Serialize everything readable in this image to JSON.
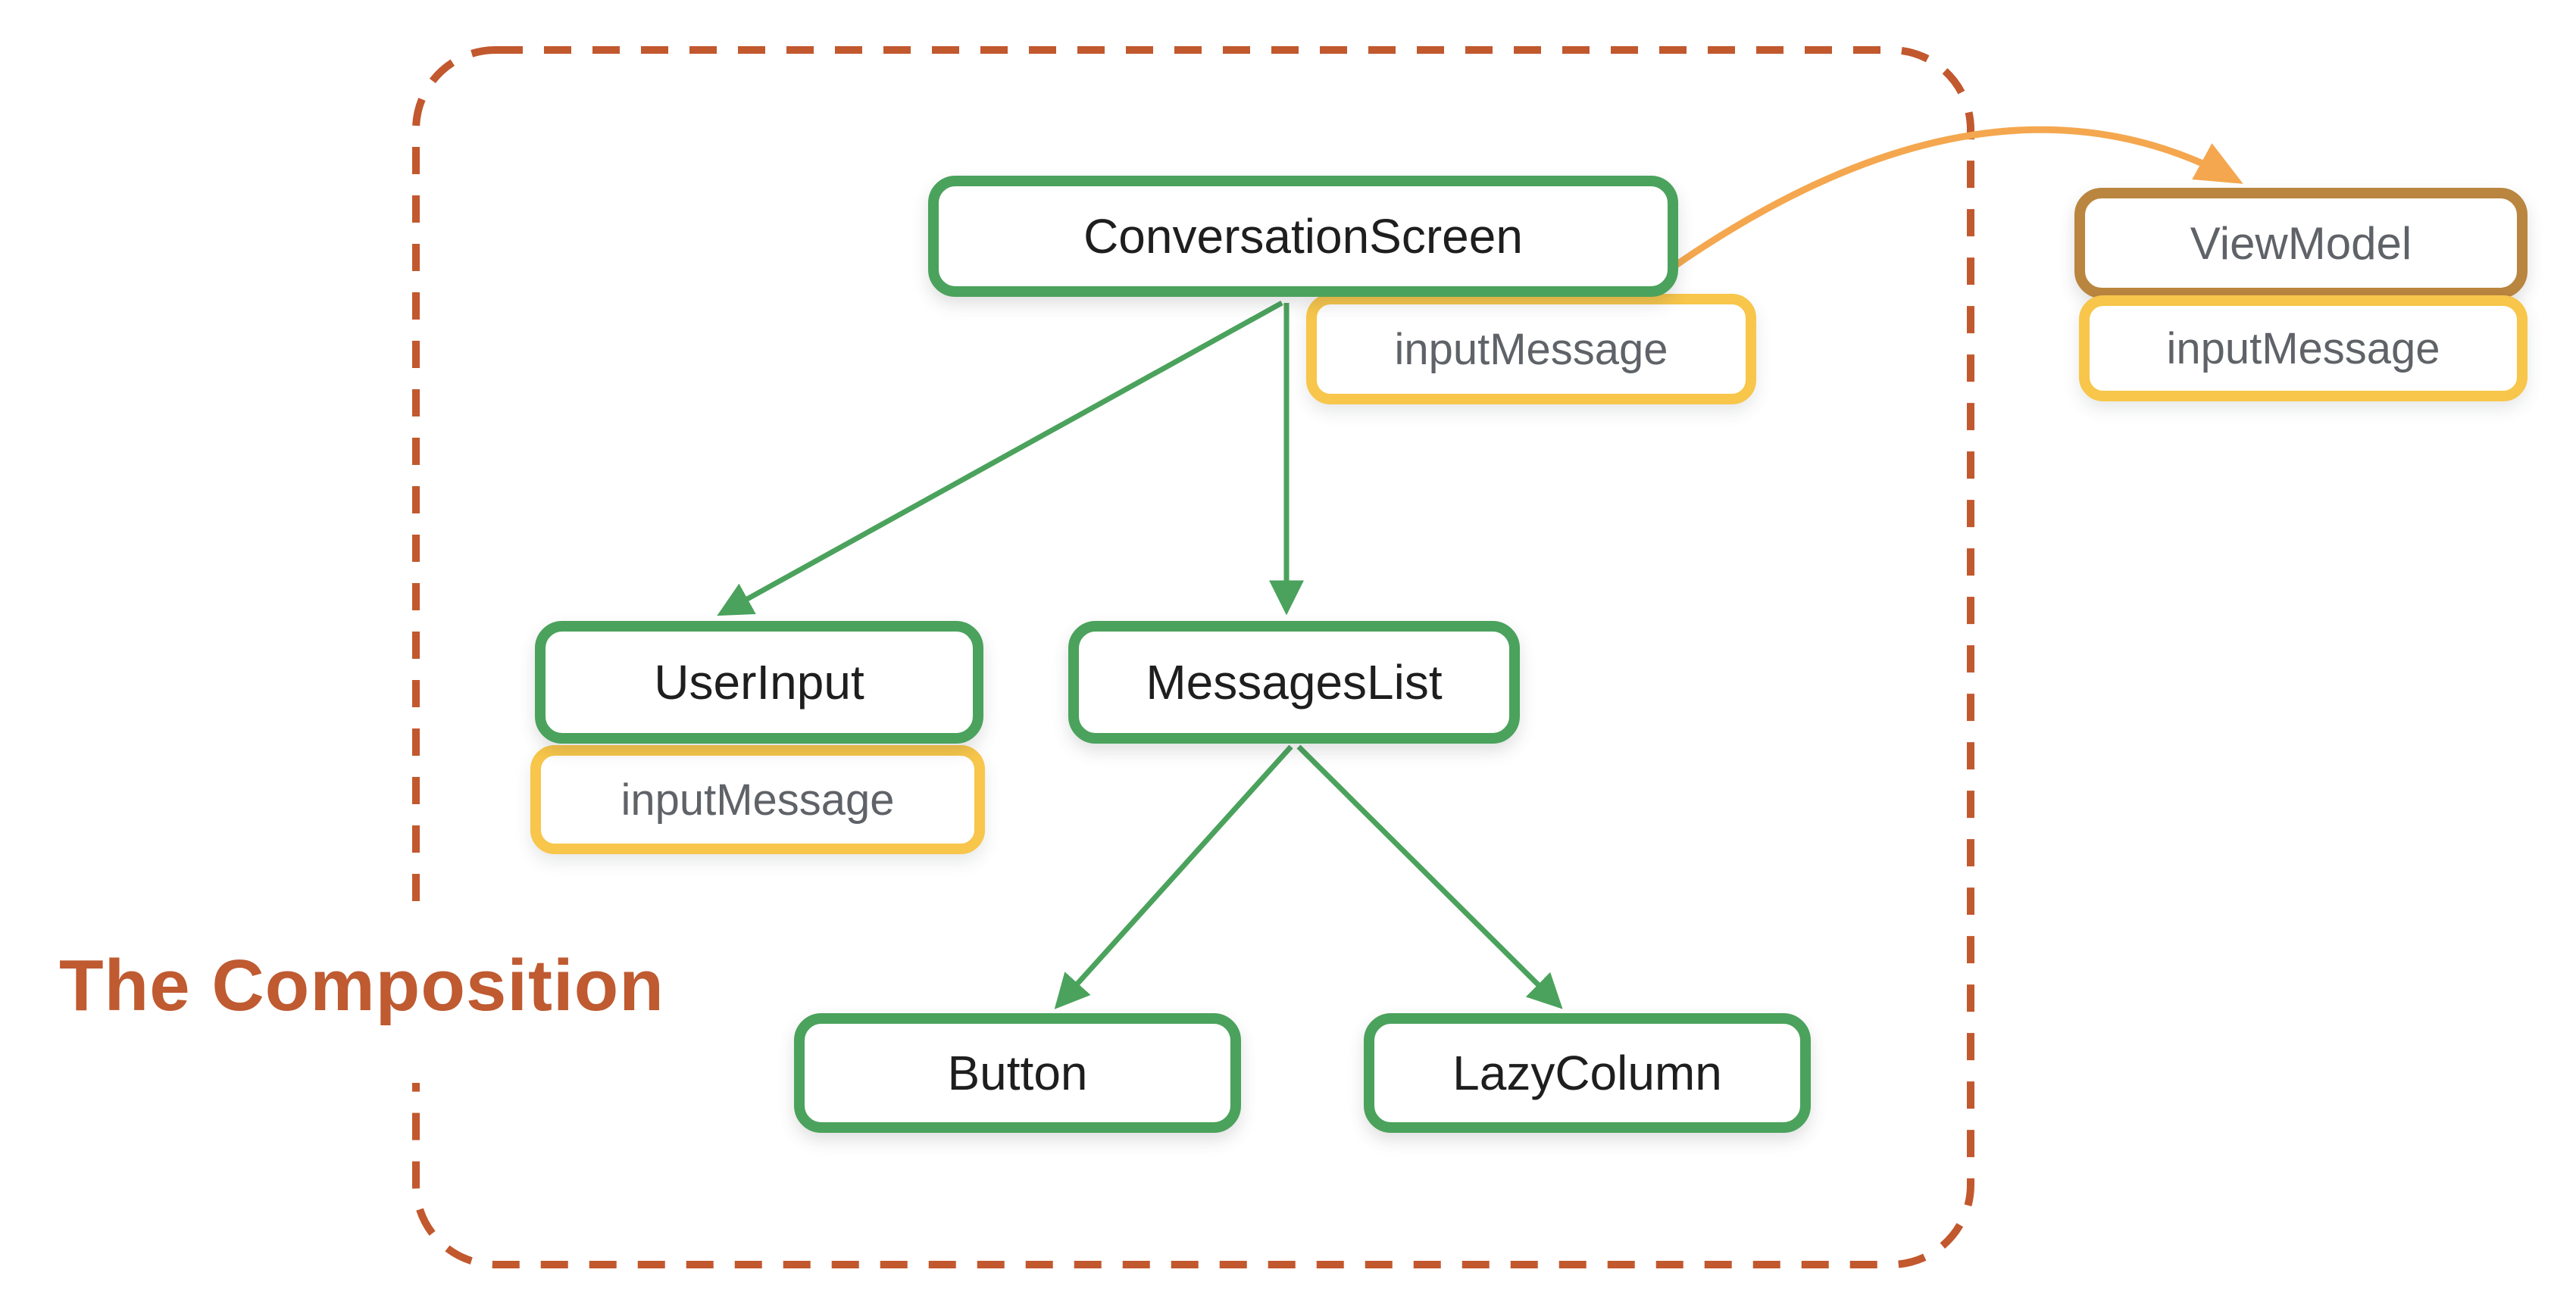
{
  "title": {
    "text": "The Composition",
    "color": "#bf5a31"
  },
  "colors": {
    "node_border_green": "#4ba25c",
    "badge_border_yellow": "#f7c64a",
    "viewmodel_border_brown": "#b9853f",
    "dataflow_arrow_orange": "#f4a74e",
    "dashed_boundary_rust": "#c2582e",
    "node_text_black": "#1e1e1e",
    "badge_text_gray": "#5f6368",
    "background": "#ffffff"
  },
  "nodes": {
    "conversation_screen": {
      "label": "ConversationScreen",
      "badge": "inputMessage"
    },
    "user_input": {
      "label": "UserInput",
      "badge": "inputMessage"
    },
    "messages_list": {
      "label": "MessagesList"
    },
    "button": {
      "label": "Button"
    },
    "lazy_column": {
      "label": "LazyColumn"
    },
    "view_model": {
      "label": "ViewModel",
      "badge": "inputMessage"
    }
  },
  "edges": [
    {
      "from": "ConversationScreen",
      "to": "UserInput",
      "style": "green-line-arrow"
    },
    {
      "from": "ConversationScreen",
      "to": "MessagesList",
      "style": "green-line-arrow"
    },
    {
      "from": "MessagesList",
      "to": "Button",
      "style": "green-line-arrow"
    },
    {
      "from": "MessagesList",
      "to": "LazyColumn",
      "style": "green-line-arrow"
    },
    {
      "from": "ConversationScreen",
      "to": "ViewModel",
      "style": "orange-curved-arrow"
    }
  ]
}
